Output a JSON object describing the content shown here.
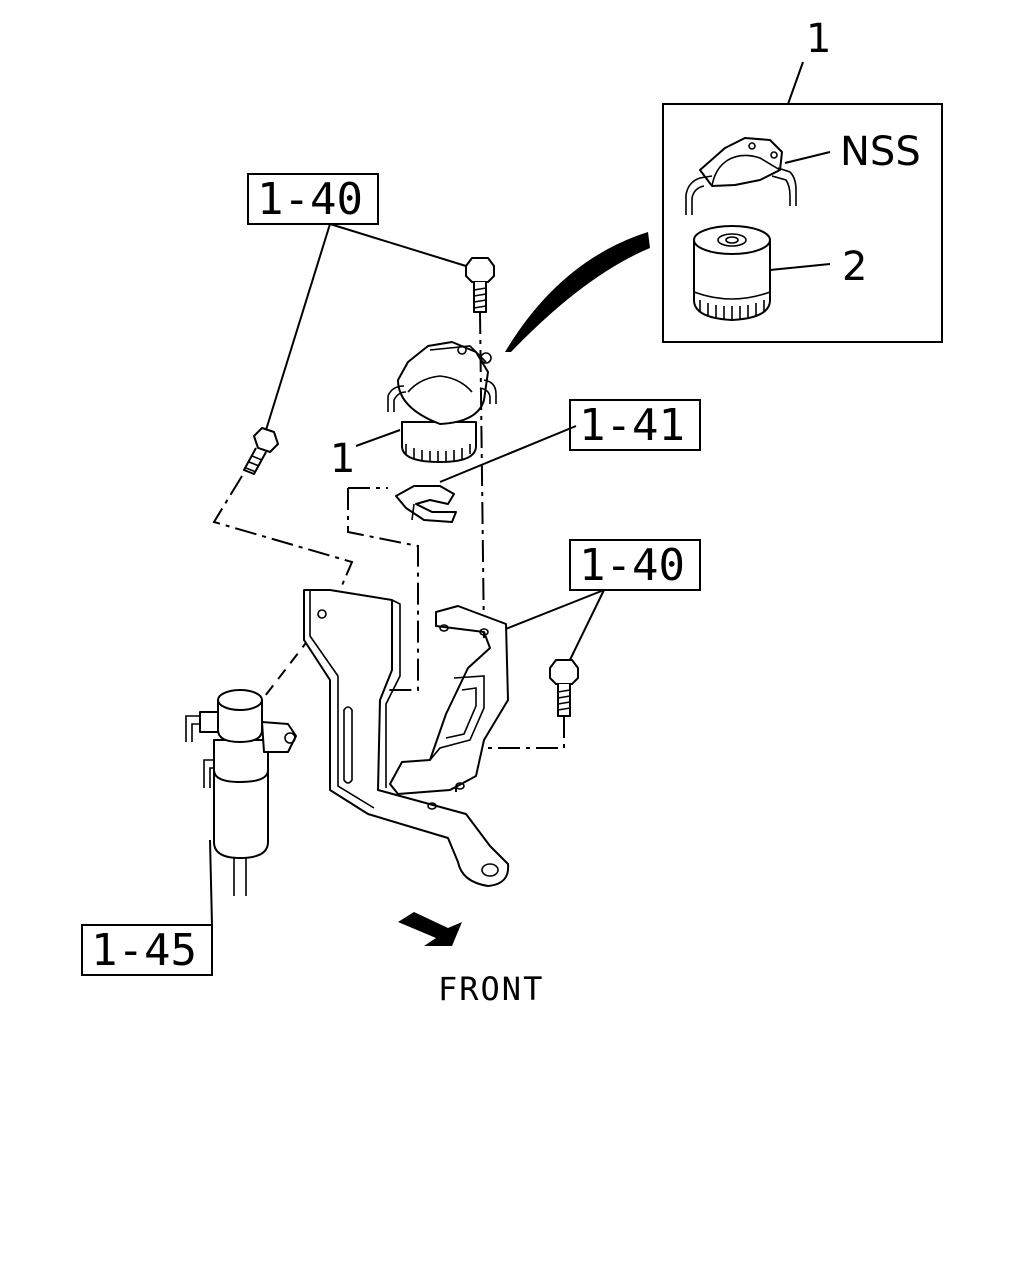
{
  "labels": {
    "ref_1_40_top": "1-40",
    "ref_1_41": "1-41",
    "ref_1_40_right": "1-40",
    "ref_1_45": "1-45",
    "inset_item_1": "1",
    "nss": "NSS",
    "item_2": "2",
    "item_1": "1",
    "front": "FRONT"
  }
}
